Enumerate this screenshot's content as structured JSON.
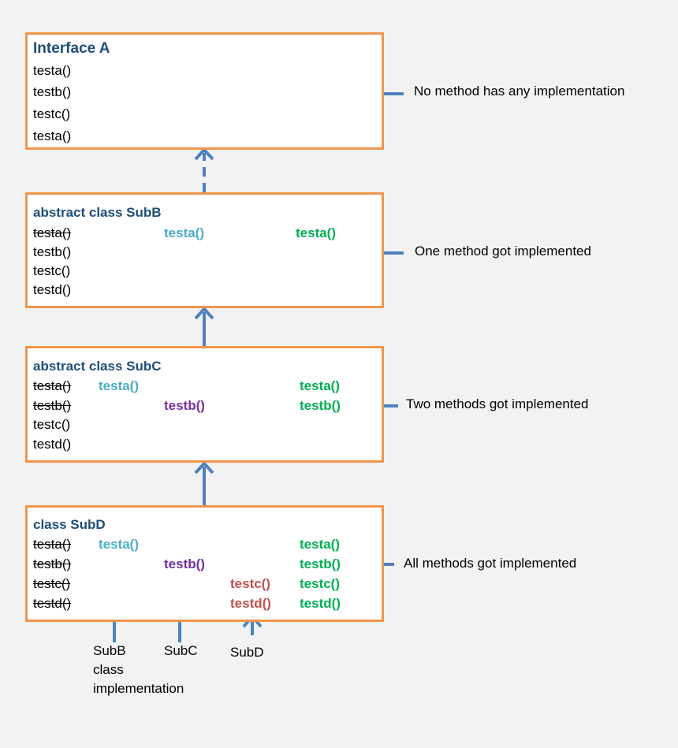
{
  "colors": {
    "box_border": "#f0954a",
    "arrow": "#4f81bd",
    "title": "#1f4e79",
    "subb_impl": "#4bacc6",
    "subc_impl": "#7030a0",
    "subd_impl": "#c0504d",
    "final_impl": "#00b050",
    "background": "#f2f2f2"
  },
  "interface_a": {
    "title": "Interface A",
    "methods": [
      "testa()",
      "testb()",
      "testc()",
      "testa()"
    ],
    "note": "No method has any implementation"
  },
  "subb": {
    "title": "abstract class  SubB",
    "abstract_methods": [
      "testa()",
      "testb()",
      "testc()",
      "testd()"
    ],
    "impl_subb": "testa()",
    "impl_final": "testa()",
    "note": "One method got implemented"
  },
  "subc": {
    "title": "abstract class  SubC",
    "abstract_methods": [
      "testa()",
      "testb()",
      "testc()",
      "testd()"
    ],
    "impl_subb": "testa()",
    "impl_subc": "testb()",
    "impl_final": [
      "testa()",
      "testb()"
    ],
    "note": "Two methods got implemented"
  },
  "subd": {
    "title": "class  SubD",
    "abstract_methods": [
      "testa()",
      "testb()",
      "testc()",
      "testd()"
    ],
    "impl_subb": "testa()",
    "impl_subc": "testb()",
    "impl_subd": [
      "testc()",
      "testd()"
    ],
    "impl_final": [
      "testa()",
      "testb()",
      "testc()",
      "testd()"
    ],
    "note": "All methods got implemented"
  },
  "sources": {
    "subb": [
      "SubB",
      "class",
      "implementation"
    ],
    "subc": "SubC",
    "subd": "SubD"
  }
}
